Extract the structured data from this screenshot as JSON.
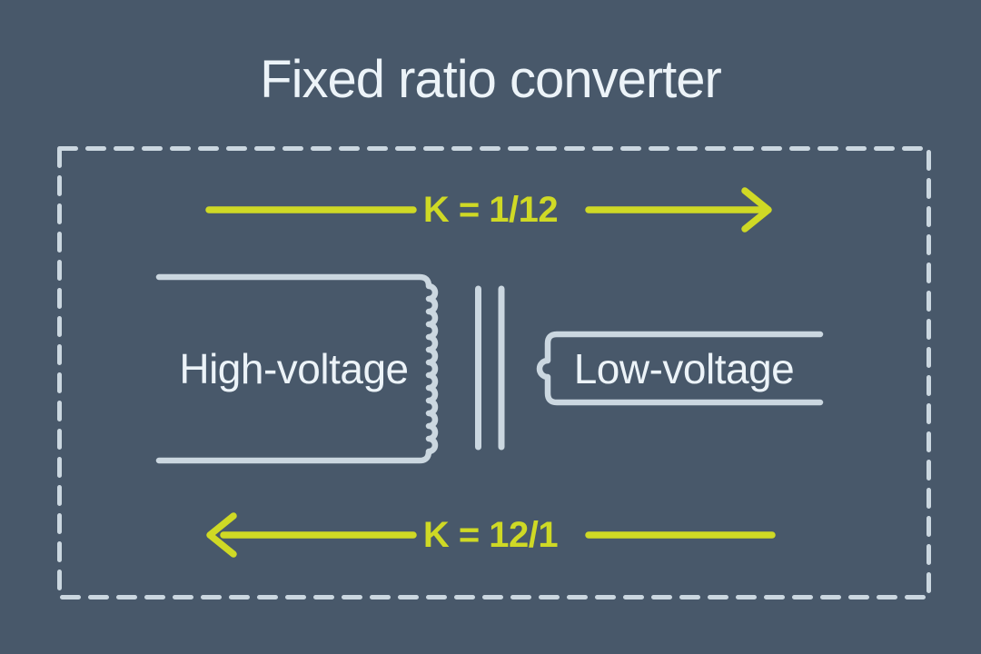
{
  "title": "Fixed ratio converter",
  "labels": {
    "k_top": "K = 1/12",
    "k_bottom": "K = 12/1",
    "high_voltage": "High-voltage",
    "low_voltage": "Low-voltage"
  },
  "diagram": {
    "type": "fixed-ratio-transformer",
    "top_arrow": {
      "label": "K = 1/12",
      "direction": "right"
    },
    "bottom_arrow": {
      "label": "K = 12/1",
      "direction": "left"
    },
    "primary_winding": "High-voltage",
    "secondary_winding": "Low-voltage",
    "core_lines": 2
  },
  "colors": {
    "bg": "#48586A",
    "line": "#CBD7E0",
    "text": "#ECF3F8",
    "accent": "#CFD925"
  }
}
